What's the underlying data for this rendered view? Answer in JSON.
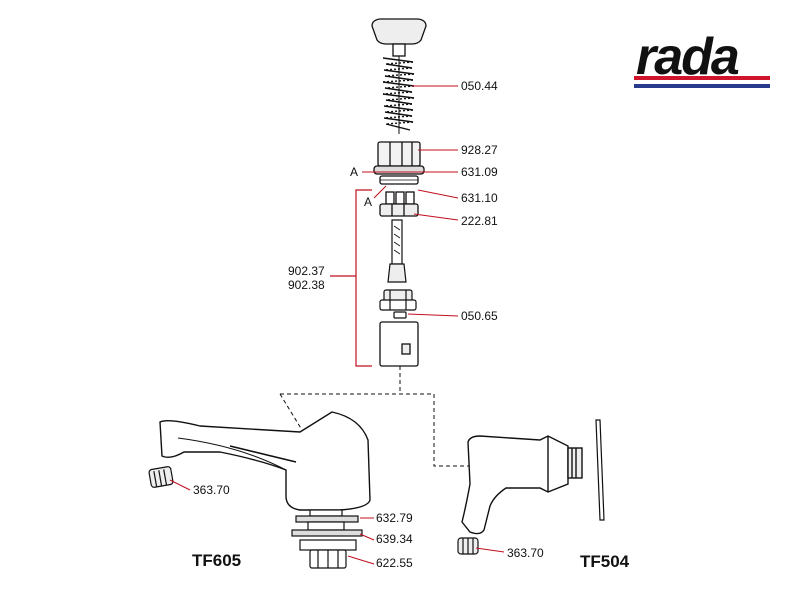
{
  "brand": {
    "name": "rada",
    "stripe_red": "#d0142b",
    "stripe_blue": "#283a8c"
  },
  "leader_color": "#c0101e",
  "labels": {
    "p050_44": "050.44",
    "p928_27": "928.27",
    "p631_09": "631.09",
    "p631_10": "631.10",
    "p222_81": "222.81",
    "p902_37": "902.37",
    "p902_38": "902.38",
    "p050_65": "050.65",
    "p363_70_a": "363.70",
    "p632_79": "632.79",
    "p639_34": "639.34",
    "p622_55": "622.55",
    "p363_70_b": "363.70",
    "ref_a1": "A",
    "ref_a2": "A"
  },
  "models": {
    "left": "TF605",
    "right": "TF504"
  }
}
